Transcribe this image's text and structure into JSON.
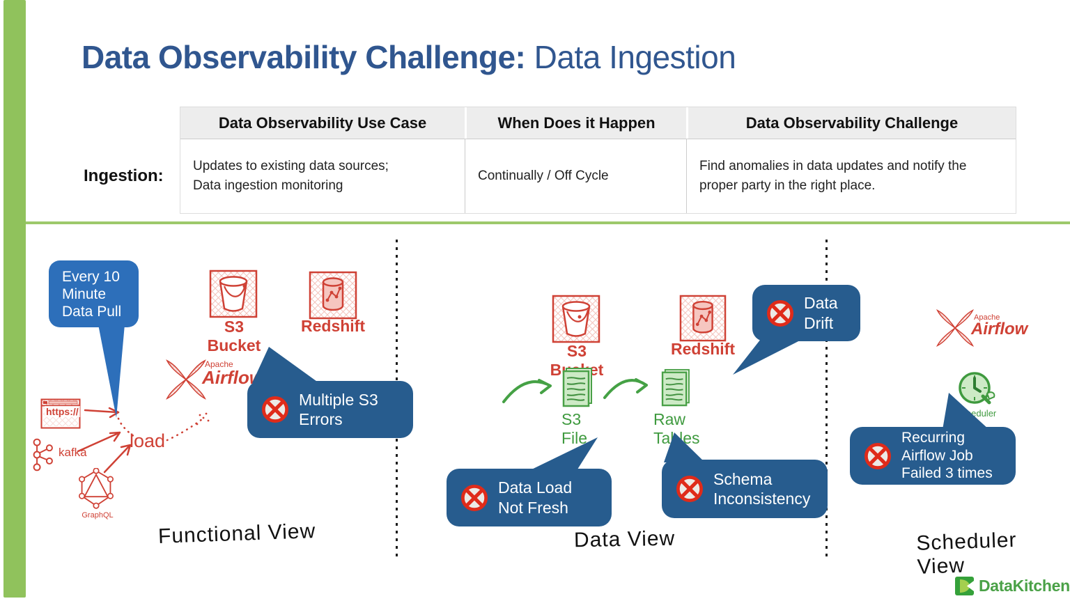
{
  "colors": {
    "accent_green": "#90c25c",
    "title_blue": "#30568f",
    "callout_blue": "#275c8e",
    "bubble_blue": "#2d6fba",
    "hand_red": "#cf4135",
    "hand_green": "#3f9a3f",
    "error_red": "#df2b1a",
    "logo_green": "#4aa147"
  },
  "title": {
    "bold": "Data Observability Challenge:",
    "light": " Data Ingestion"
  },
  "table": {
    "row_label": "Ingestion:",
    "headers": [
      "Data Observability Use Case",
      "When Does it Happen",
      "Data Observability Challenge"
    ],
    "row": {
      "use_case": "Updates to existing data sources;\nData ingestion monitoring",
      "when": "Continually / Off Cycle",
      "challenge": "Find anomalies in data updates and notify the proper party in the right place."
    }
  },
  "functional_view": {
    "label": "Functional View",
    "bubble_text": "Every 10\nMinute\nData Pull",
    "s3_bucket_label": "S3 Bucket",
    "redshift_label": "Redshift",
    "airflow_apache": "Apache",
    "airflow_label": "Airflow",
    "https_label": "https://",
    "kafka_label": "kafka",
    "graphql_label": "GraphQL",
    "load_label": "load",
    "callout_multiple_s3": "Multiple S3\nErrors"
  },
  "data_view": {
    "label": "Data View",
    "s3_bucket_label": "S3 Bucket",
    "redshift_label": "Redshift",
    "s3_file_label": "S3\nFile",
    "raw_tables_label": "Raw\nTables",
    "callout_data_drift": "Data\nDrift",
    "callout_data_load": "Data Load\nNot Fresh",
    "callout_schema": "Schema\nInconsistency"
  },
  "scheduler_view": {
    "label": "Scheduler View",
    "airflow_apache": "Apache",
    "airflow_label": "Airflow",
    "scheduler_label": "Scheduler",
    "callout_recurring": "Recurring\nAirflow Job\nFailed 3 times"
  },
  "footer": {
    "logo_text": "DataKitchen"
  }
}
